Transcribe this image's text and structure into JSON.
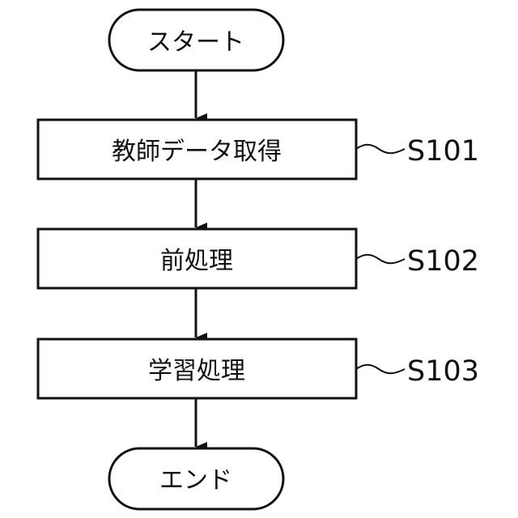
{
  "diagram": {
    "start_label": "スタート",
    "end_label": "エンド",
    "steps": [
      {
        "label": "教師データ取得",
        "ref": "S101"
      },
      {
        "label": "前処理",
        "ref": "S102"
      },
      {
        "label": "学習処理",
        "ref": "S103"
      }
    ]
  },
  "colors": {
    "stroke": "#111111",
    "text": "#111111",
    "background": "#ffffff"
  }
}
